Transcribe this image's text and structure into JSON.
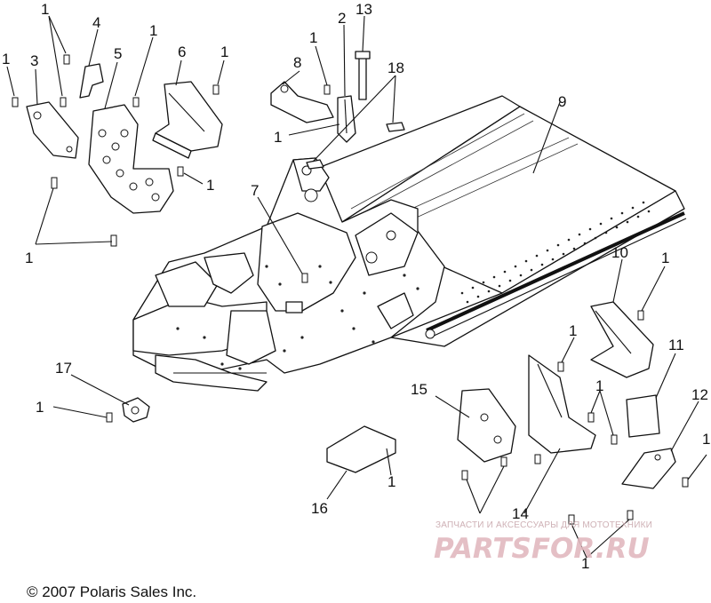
{
  "callouts": {
    "c1a": "1",
    "c1b": "1",
    "c1c": "1",
    "c1d": "1",
    "c1e": "1",
    "c1f": "1",
    "c1g": "1",
    "c1h": "1",
    "c1i": "1",
    "c1j": "1",
    "c1k": "1",
    "c1l": "1",
    "c1m": "1",
    "c1n": "1",
    "c1o": "1",
    "c2": "2",
    "c3": "3",
    "c4": "4",
    "c5": "5",
    "c6": "6",
    "c7": "7",
    "c8": "8",
    "c9": "9",
    "c10": "10",
    "c11": "11",
    "c12": "12",
    "c13": "13",
    "c14": "14",
    "c15": "15",
    "c16": "16",
    "c17": "17",
    "c18": "18"
  },
  "copyright": "© 2007 Polaris Sales Inc.",
  "watermark": {
    "tagline": "ЗАПЧАСТИ И АКСЕССУАРЫ ДЛЯ МОТОТЕХНИКИ",
    "brand": "PARTSFOR.RU"
  }
}
